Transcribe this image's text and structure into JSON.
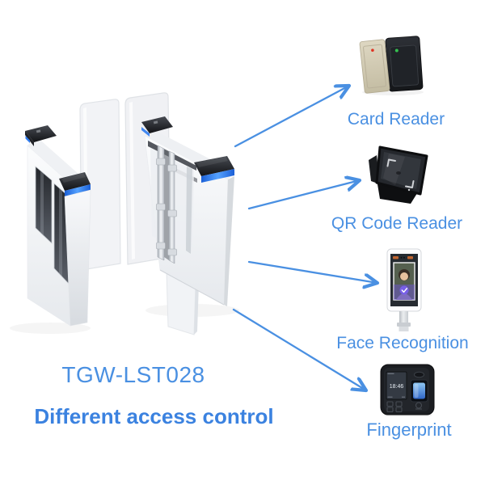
{
  "background": "#ffffff",
  "colors": {
    "accent": "#4a90e2",
    "caption": "#3b82e0",
    "arrow": "#4a90e2",
    "gate_led_strip": "#2e7bf0",
    "fingerprint_sensor_glow": "#5fa0e0"
  },
  "gate": {
    "model": "TGW-LST028",
    "caption": "Different access control",
    "image": "speed-gate-turnstile-with-glass-swing-barriers"
  },
  "devices": [
    {
      "id": "card-reader",
      "label": "Card Reader",
      "image": "rfid-card-readers-beige-and-black"
    },
    {
      "id": "qr-code-reader",
      "label": "QR Code Reader",
      "image": "black-qr-code-scanner-module"
    },
    {
      "id": "face-recognition",
      "label": "Face Recognition",
      "image": "face-recognition-terminal-on-pole"
    },
    {
      "id": "fingerprint",
      "label": "Fingerprint",
      "image": "fingerprint-access-terminal",
      "screen_time": "18:46"
    }
  ]
}
